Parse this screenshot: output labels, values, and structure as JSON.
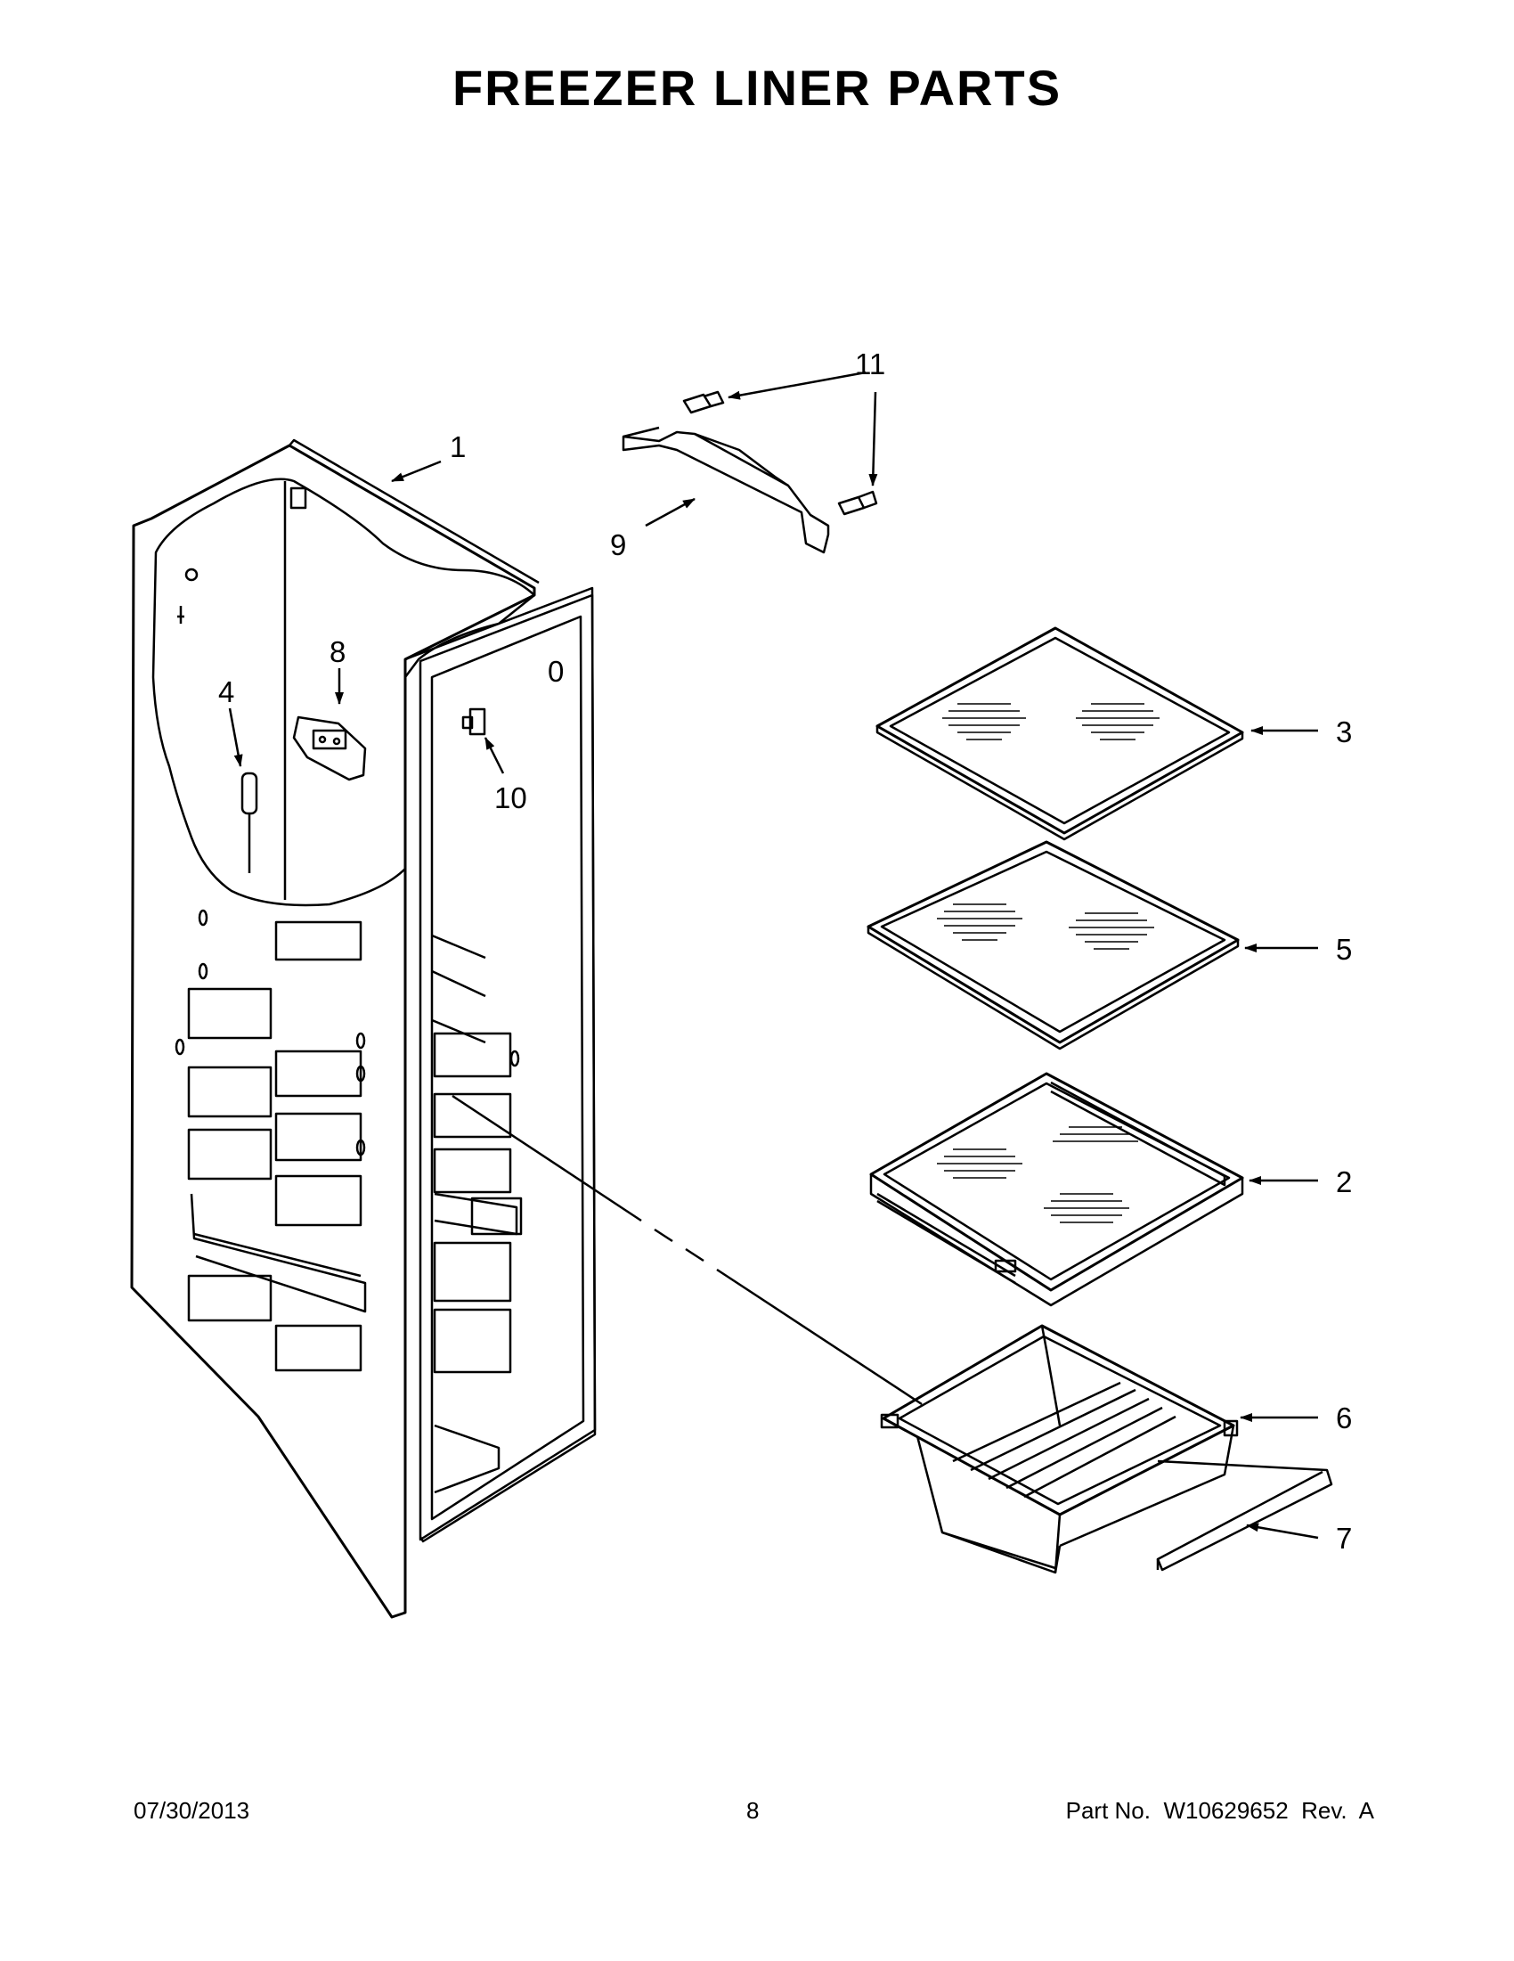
{
  "title": "FREEZER LINER PARTS",
  "callouts": {
    "c1": "1",
    "c2": "2",
    "c3": "3",
    "c4": "4",
    "c5": "5",
    "c6": "6",
    "c7": "7",
    "c8": "8",
    "c9": "9",
    "c10": "10",
    "c11": "11"
  },
  "liner_mark": "0",
  "footer": {
    "date": "07/30/2013",
    "page": "8",
    "part": "Part No.  W10629652  Rev.  A"
  }
}
